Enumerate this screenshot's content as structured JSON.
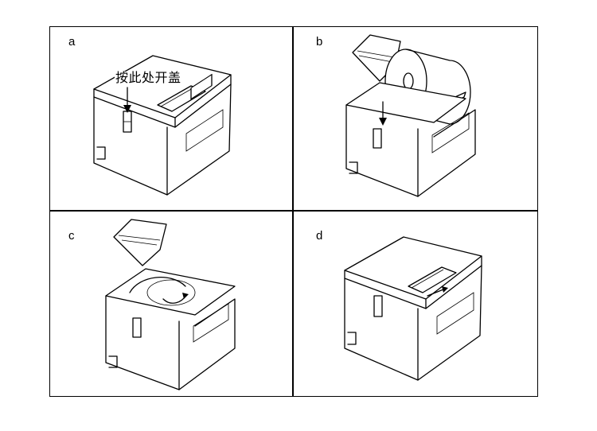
{
  "panels": [
    {
      "label": "a",
      "callout": "按此处开盖",
      "state": "closed-press-button"
    },
    {
      "label": "b",
      "callout": "",
      "state": "open-insert-roll"
    },
    {
      "label": "c",
      "callout": "",
      "state": "open-roll-loaded"
    },
    {
      "label": "d",
      "callout": "",
      "state": "closed-paper-out"
    }
  ],
  "icons": {
    "down_arrow": "down-arrow-icon",
    "right_arrow": "right-arrow-icon",
    "curve_arrow": "curved-arrow-icon"
  },
  "colors": {
    "line": "#000000",
    "background": "#ffffff"
  }
}
